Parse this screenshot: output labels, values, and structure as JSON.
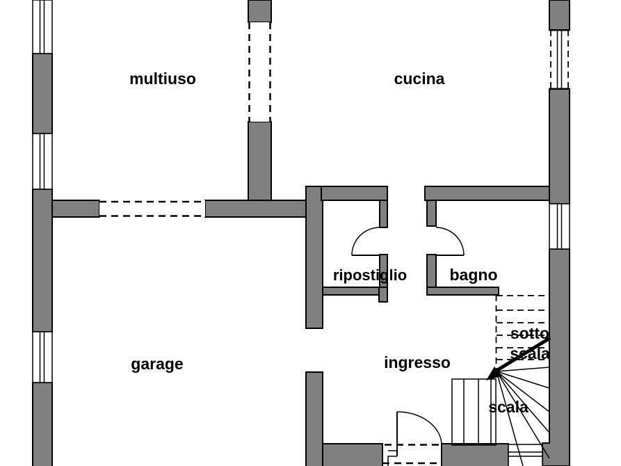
{
  "colors": {
    "wall": "#808080",
    "line": "#000000",
    "background": "#ffffff"
  },
  "labels": {
    "multiuso": "multiuso",
    "cucina": "cucina",
    "ripostiglio": "ripostiglio",
    "bagno": "bagno",
    "garage": "garage",
    "ingresso": "ingresso",
    "sotto_scala_line1": "sotto",
    "sotto_scala_line2": "scala",
    "scala": "scala"
  }
}
